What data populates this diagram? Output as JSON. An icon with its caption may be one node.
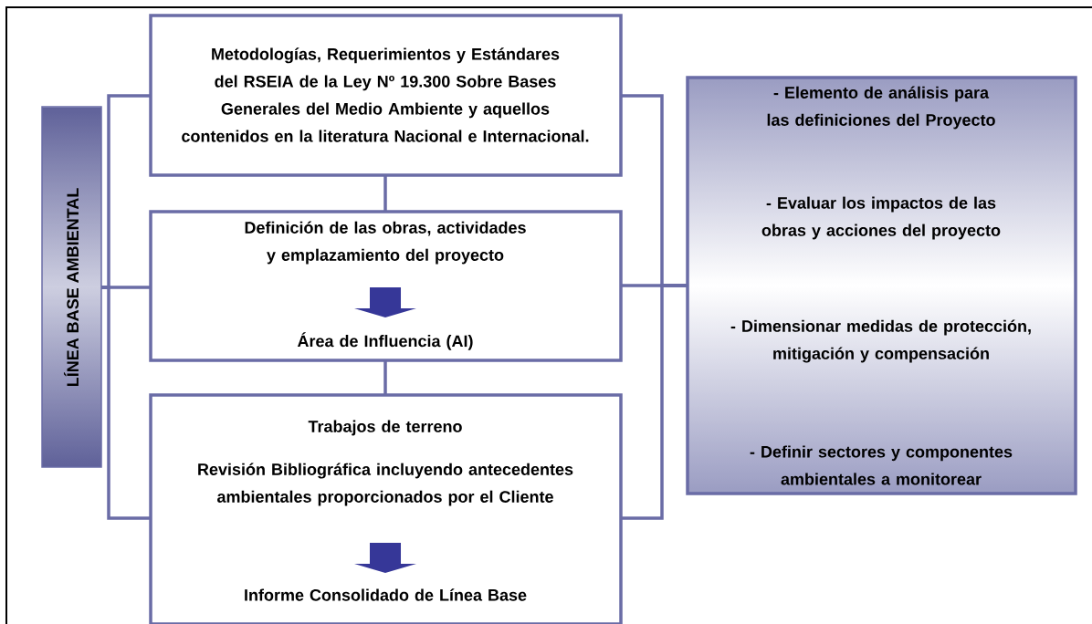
{
  "diagram": {
    "nodes": [
      {
        "text": [
          "LÍNEA BASE AMBIENTAL"
        ]
      },
      {
        "text": [
          "Metodologías, Requerimientos y Estándares del RSEIA de la Ley Nº 19.300 Sobre Bases Generales del Medio Ambiente y aquellos contenidos en la literatura Nacional e Internacional."
        ]
      },
      {
        "text": [
          "Definición de las obras, actividades y emplazamiento del proyecto",
          "Área de Influencia (AI)"
        ]
      },
      {
        "text": [
          "Trabajos de terreno",
          "Revisión Bibliográfica incluyendo antecedentes ambientales proporcionados por el Cliente",
          "Informe Consolidado de Línea Base"
        ]
      },
      {
        "text": [
          "- Elemento de análisis para las definiciones del Proyecto",
          "- Evaluar los impactos de las obras y acciones del proyecto",
          "- Dimensionar medidas de protección, mitigación y compensación",
          "- Definir sectores y componentes ambientales a monitorear"
        ]
      }
    ],
    "edges": [
      {
        "from": 0,
        "to": 1,
        "arrow": "none"
      },
      {
        "from": 0,
        "to": 2,
        "arrow": "none"
      },
      {
        "from": 0,
        "to": 3,
        "arrow": "none"
      },
      {
        "from": 1,
        "to": 2,
        "arrow": "none"
      },
      {
        "from": 2,
        "to": 3,
        "arrow": "none"
      },
      {
        "from": 1,
        "to": 4,
        "arrow": "none"
      },
      {
        "from": 2,
        "to": 4,
        "arrow": "none"
      },
      {
        "from": 3,
        "to": 4,
        "arrow": "none"
      }
    ]
  }
}
